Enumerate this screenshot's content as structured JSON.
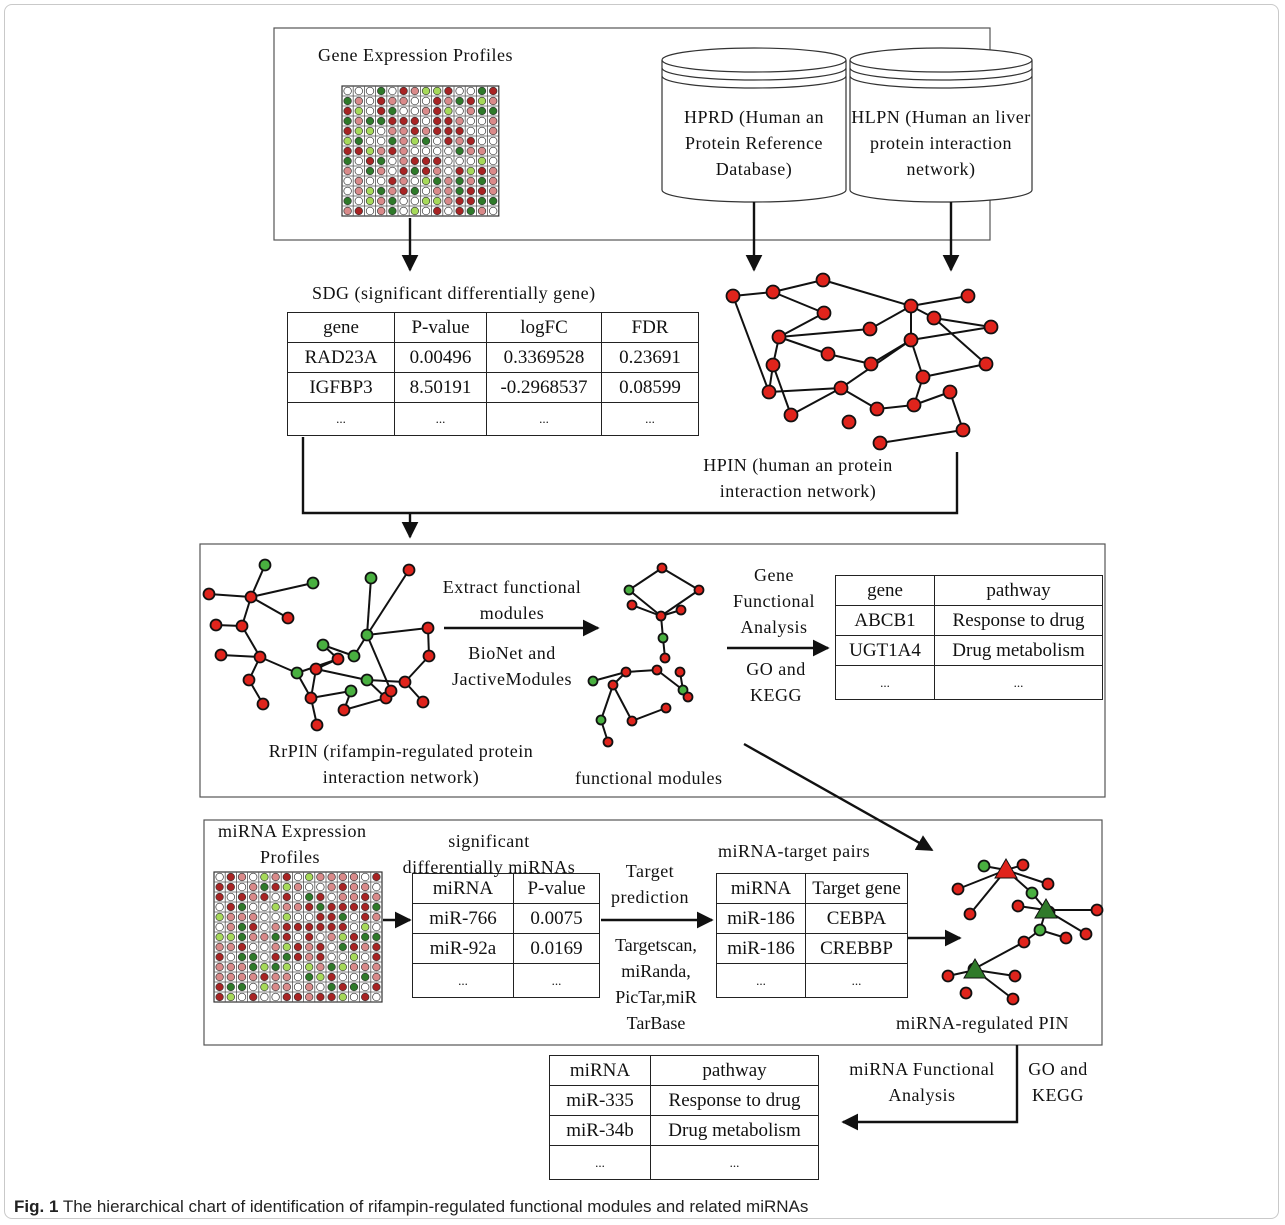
{
  "labels": {
    "gene_expression_profiles": "Gene Expression Profiles",
    "hprd_line1": "HPRD (Human an",
    "hprd_line2": "Protein Reference",
    "hprd_line3": "Database)",
    "hlpn_line1": "HLPN (Human an liver",
    "hlpn_line2": "protein interaction",
    "hlpn_line3": "network)",
    "sdg_title": "SDG (significant differentially gene)",
    "hpin_line1": "HPIN (human an protein",
    "hpin_line2": "interaction network)",
    "extract_line1": "Extract functional",
    "extract_line2": "modules",
    "bionet_line1": "BioNet and",
    "bionet_line2": "JactiveModules",
    "gfa_line1": "Gene",
    "gfa_line2": "Functional",
    "gfa_line3": "Analysis",
    "go_kegg_1_line1": "GO and",
    "go_kegg_1_line2": "KEGG",
    "rrpin_line1": "RrPIN (rifampin-regulated protein",
    "rrpin_line2": "interaction network)",
    "functional_modules": "functional modules",
    "mirna_expr_line1": "miRNA Expression",
    "mirna_expr_line2": "Profiles",
    "sig_mirna_line1": "significant",
    "sig_mirna_line2": "differentially miRNAs",
    "target_pred_line1": "Target",
    "target_pred_line2": "prediction",
    "tools_line1": "Targetscan,",
    "tools_line2": "miRanda,",
    "tools_line3": "PicTar,miR",
    "tools_line4": "TarBase",
    "mirna_target_pairs": "miRNA-target pairs",
    "mirna_regulated_pin": "miRNA-regulated PIN",
    "mirna_fa_line1": "miRNA Functional",
    "mirna_fa_line2": "Analysis",
    "go_kegg_2_line1": "GO and",
    "go_kegg_2_line2": "KEGG"
  },
  "sdg_table": {
    "headers": [
      "gene",
      "P-value",
      "logFC",
      "FDR"
    ],
    "rows": [
      [
        "RAD23A",
        "0.00496",
        "0.3369528",
        "0.23691"
      ],
      [
        "IGFBP3",
        "8.50191",
        "-0.2968537",
        "0.08599"
      ],
      [
        "...",
        "...",
        "...",
        "..."
      ]
    ]
  },
  "pathway_table": {
    "headers": [
      "gene",
      "pathway"
    ],
    "rows": [
      [
        "ABCB1",
        "Response to drug"
      ],
      [
        "UGT1A4",
        "Drug metabolism"
      ],
      [
        "...",
        "..."
      ]
    ]
  },
  "sig_mirna_table": {
    "headers": [
      "miRNA",
      "P-value"
    ],
    "rows": [
      [
        "miR-766",
        "0.0075"
      ],
      [
        "miR-92a",
        "0.0169"
      ],
      [
        "...",
        "..."
      ]
    ]
  },
  "target_table": {
    "headers": [
      "miRNA",
      "Target gene"
    ],
    "rows": [
      [
        "miR-186",
        "CEBPA"
      ],
      [
        "miR-186",
        "CREBBP"
      ],
      [
        "...",
        "..."
      ]
    ]
  },
  "mirna_pathway_table": {
    "headers": [
      "miRNA",
      "pathway"
    ],
    "rows": [
      [
        "miR-335",
        "Response to drug"
      ],
      [
        "miR-34b",
        "Drug metabolism"
      ],
      [
        "...",
        "..."
      ]
    ]
  },
  "caption": {
    "label": "Fig. 1",
    "text": " The hierarchical chart of identification of rifampin-regulated functional modules and related miRNAs"
  },
  "colors": {
    "red_node": "#e0241c",
    "green_node": "#49b040",
    "dark_green": "#2f7a2a",
    "light_green": "#a6d95a",
    "pink": "#d98a8a",
    "dark_red": "#a82424"
  }
}
